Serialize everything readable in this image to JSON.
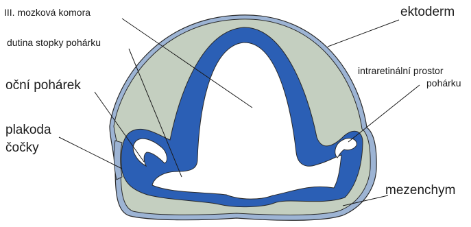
{
  "labels": {
    "third_ventricle": "III. mozková komora",
    "stalk_cavity": "dutina stopky pohárku",
    "optic_cup": "oční pohárek",
    "lens_placode_line1": "plakoda",
    "lens_placode_line2": "čočky",
    "ectoderm": "ektoderm",
    "intraretinal_space_line1": "intraretinální prostor",
    "intraretinal_space_line2": "pohárku",
    "mesenchyme": "mezenchym"
  },
  "colors": {
    "ectoderm_fill": "#9db4d4",
    "mesenchyme_fill": "#c4cfc0",
    "neural_fill": "#2b5fb5",
    "cavity_fill": "#ffffff",
    "outline": "#2a2a2a"
  }
}
